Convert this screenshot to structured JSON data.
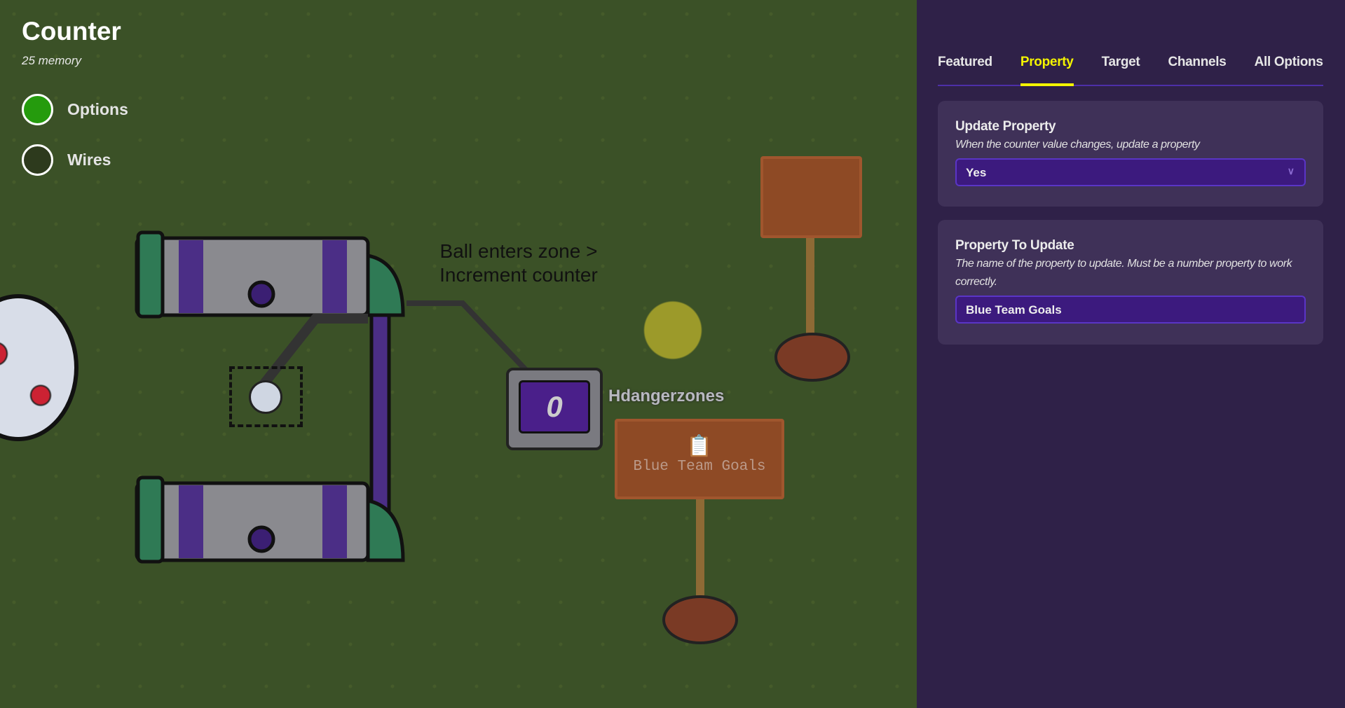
{
  "header": {
    "title": "Counter",
    "memory": "25 memory"
  },
  "modes": [
    {
      "label": "Options",
      "active": true
    },
    {
      "label": "Wires",
      "active": false
    }
  ],
  "scene": {
    "wire_label_line1": "Ball enters zone >",
    "wire_label_line2": "Increment counter",
    "counter_value": "0",
    "player_name": "Hdangerzones",
    "property_sign": "Blue Team Goals"
  },
  "panel": {
    "tabs": [
      "Featured",
      "Property",
      "Target",
      "Channels",
      "All Options"
    ],
    "active_tab": "Property",
    "update_property": {
      "title": "Update Property",
      "description": "When the counter value changes, update a property",
      "value": "Yes"
    },
    "property_to_update": {
      "title": "Property To Update",
      "description": "The name of the property to update. Must be a number property to work correctly.",
      "value": "Blue Team Goals"
    }
  },
  "colors": {
    "accent": "#f4f400",
    "panel": "#2f2148",
    "field": "#3c1a7e",
    "grass": "#3b5127"
  }
}
